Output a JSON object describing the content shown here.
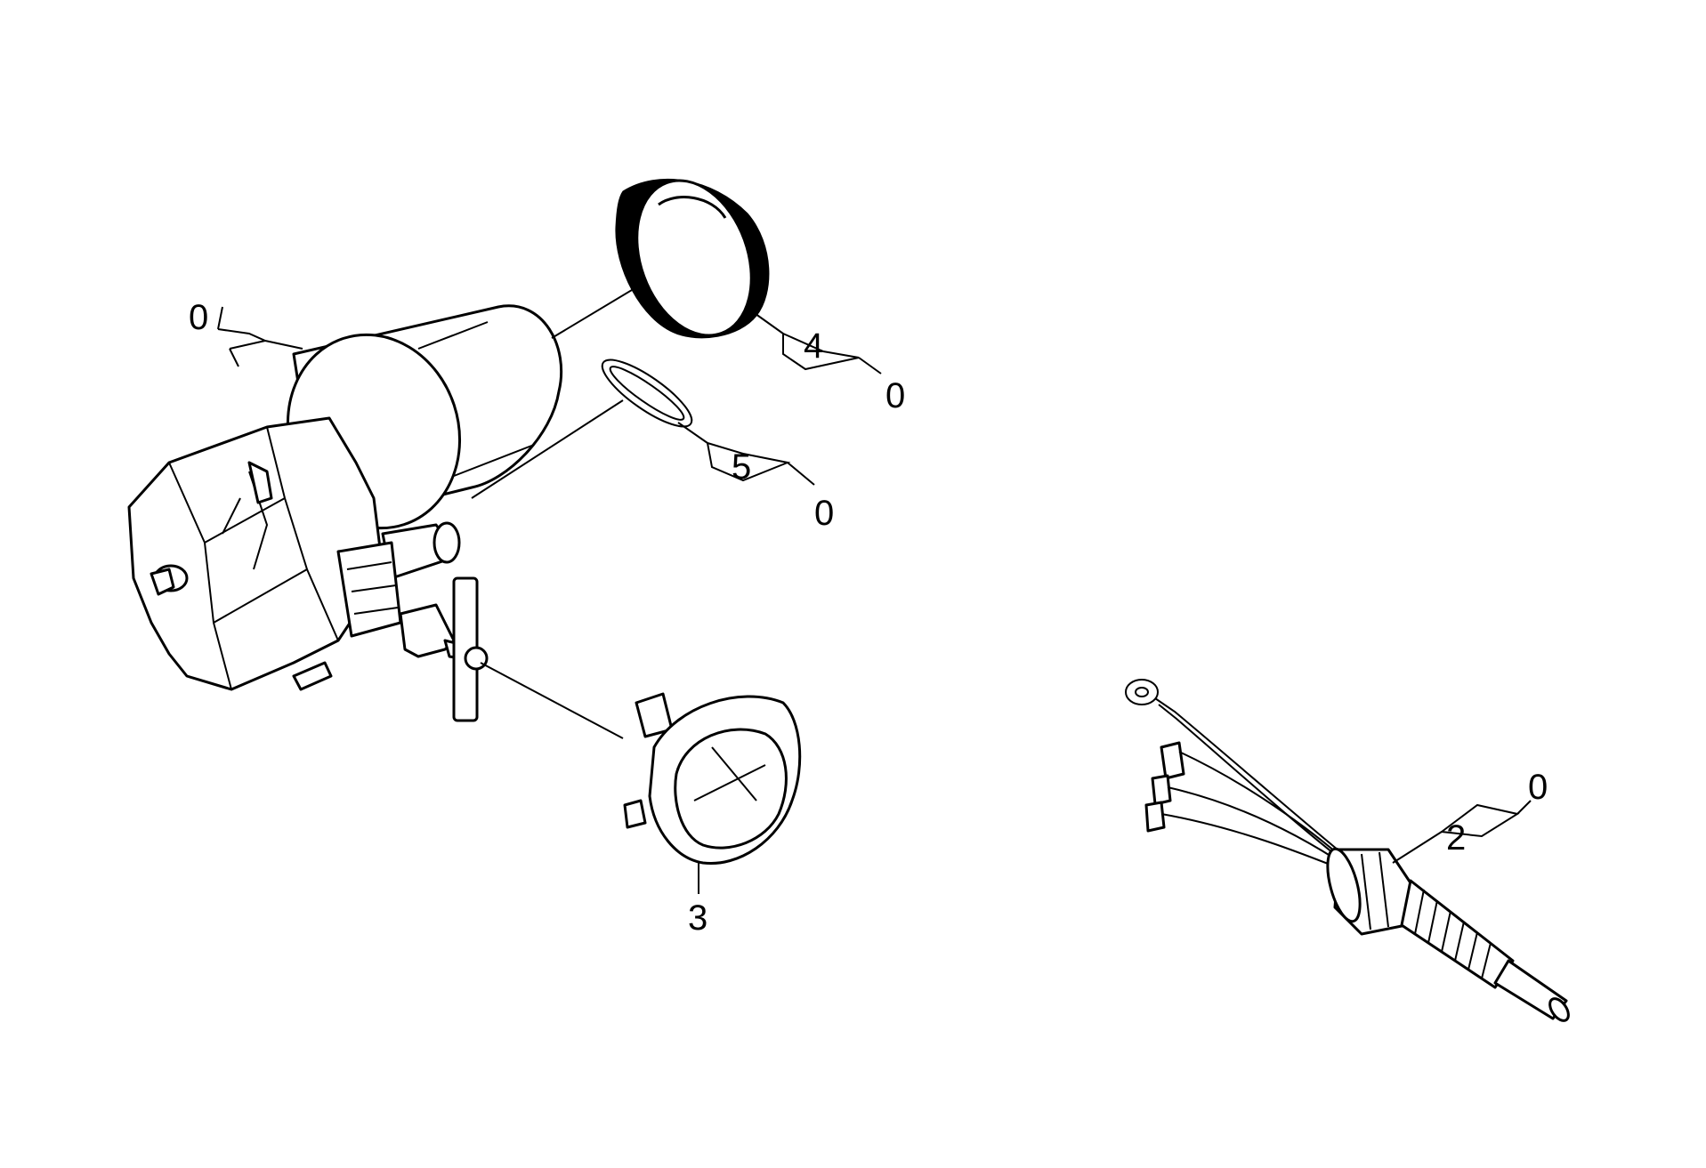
{
  "callouts": {
    "motor_group": "0",
    "sleeve": "4",
    "sleeve_group": "0",
    "oring": "5",
    "oring_group": "0",
    "pressure_switch": "3",
    "cable": "2",
    "cable_group": "0"
  },
  "colors": {
    "ink": "#000000",
    "paper": "#ffffff"
  }
}
